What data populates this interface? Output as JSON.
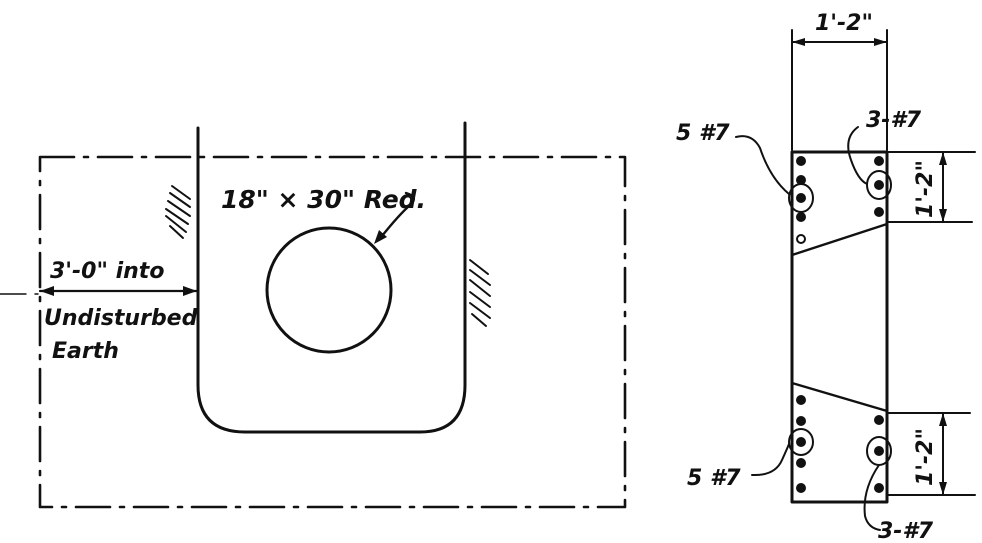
{
  "left_view": {
    "pipe_label": "18\" × 30\" Red.",
    "embed_label_line1": "3'-0\" into",
    "embed_label_line2": "Undisturbed",
    "embed_label_line3": "Earth"
  },
  "right_view": {
    "top_width_dim": "1'-2\"",
    "upper_height_dim": "1'-2\"",
    "lower_height_dim": "1'-2\"",
    "upper_left_bars": "5 #7",
    "upper_right_bars": "3-#7",
    "lower_left_bars": "5 #7",
    "lower_right_bars": "3-#7"
  }
}
